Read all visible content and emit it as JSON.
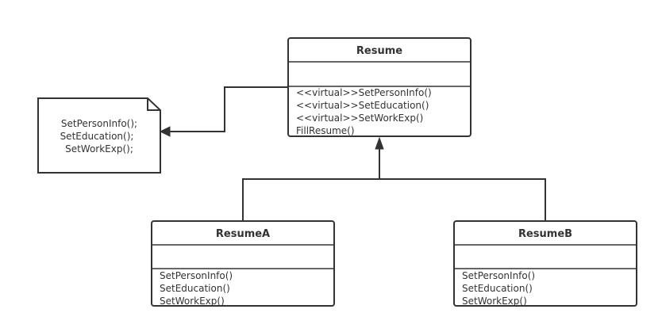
{
  "classes": {
    "resume": {
      "name": "Resume",
      "attributes": [],
      "operations": [
        "<<virtual>>SetPersonInfo()",
        "<<virtual>>SetEducation()",
        "<<virtual>>SetWorkExp()",
        "FillResume()"
      ]
    },
    "resume_a": {
      "name": "ResumeA",
      "attributes": [],
      "operations": [
        "SetPersonInfo()",
        "SetEducation()",
        "SetWorkExp()"
      ]
    },
    "resume_b": {
      "name": "ResumeB",
      "attributes": [],
      "operations": [
        "SetPersonInfo()",
        "SetEducation()",
        "SetWorkExp()"
      ]
    }
  },
  "note": {
    "lines": [
      "SetPersonInfo();",
      "SetEducation();",
      "SetWorkExp();"
    ]
  },
  "colors": {
    "line": "#333333",
    "fill": "#ffffff"
  }
}
